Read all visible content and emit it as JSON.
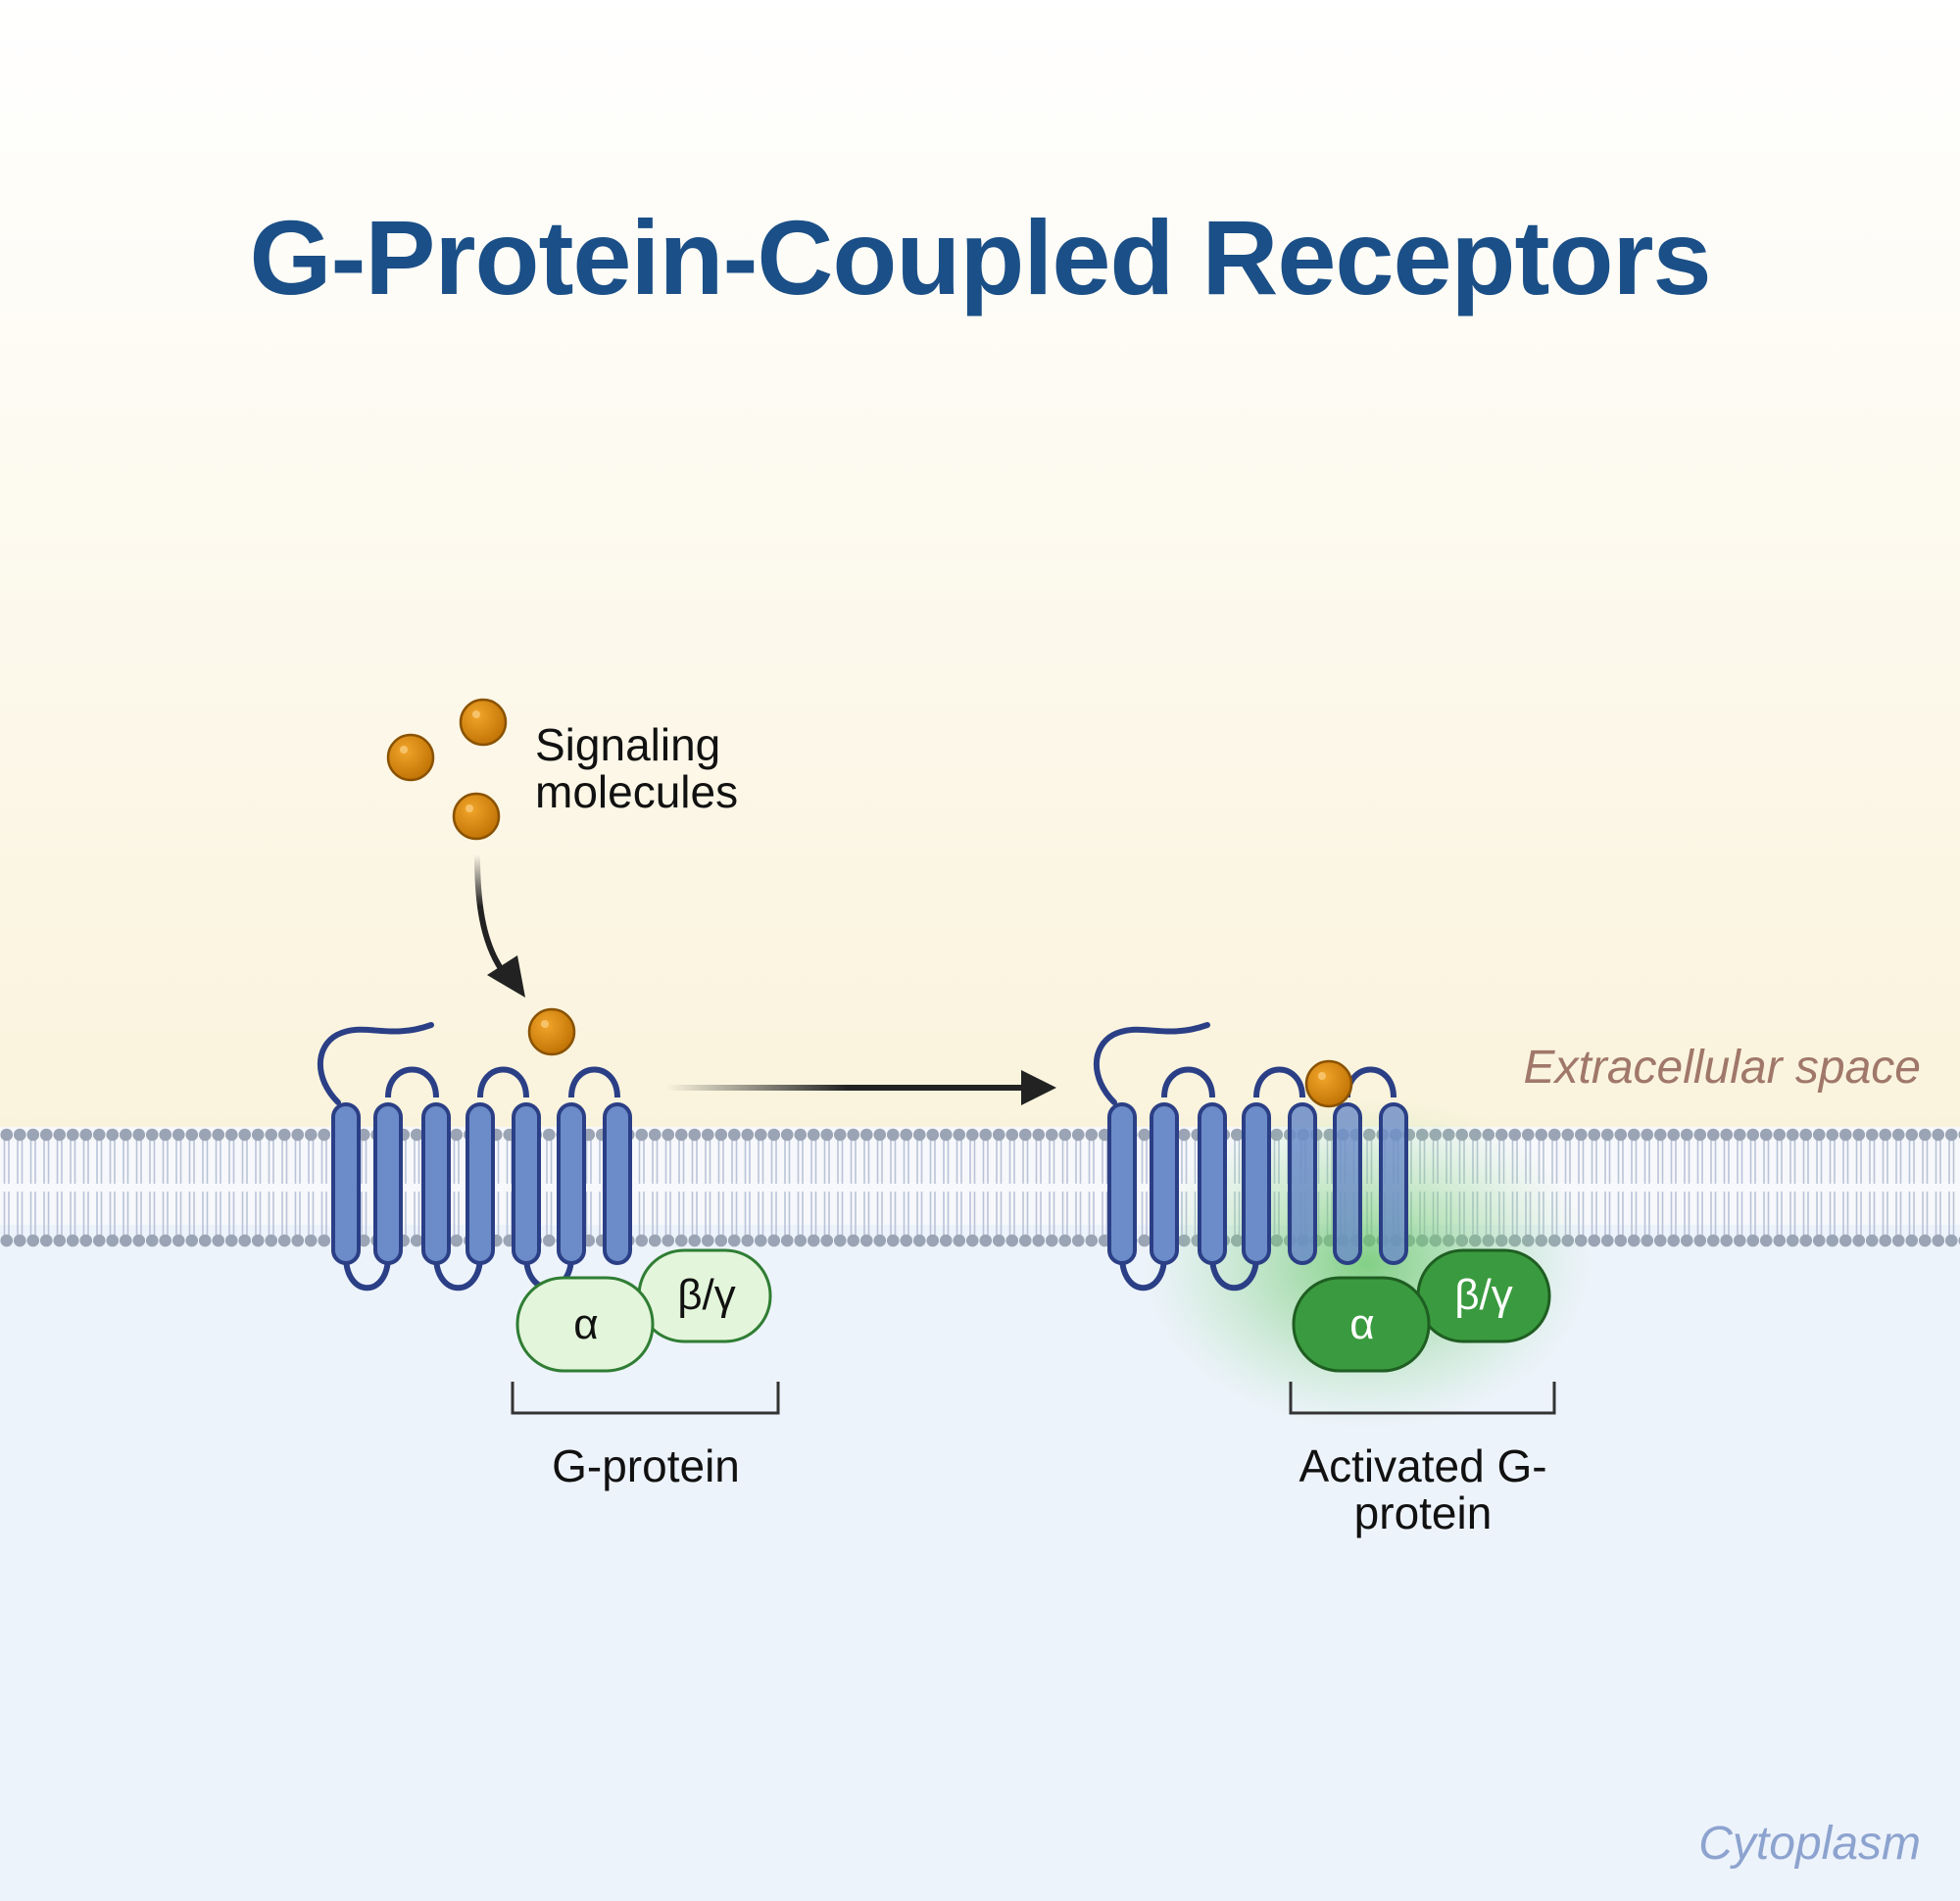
{
  "title": "G-Protein-Coupled Receptors",
  "labels": {
    "signaling_line1": "Signaling",
    "signaling_line2": "molecules",
    "gprotein": "G-protein",
    "activated_line1": "Activated G-",
    "activated_line2": "protein",
    "extracellular": "Extracellular space",
    "cytoplasm": "Cytoplasm",
    "alpha": "α",
    "betagamma": "β/γ"
  },
  "colors": {
    "title": "#1b4f87",
    "extracellular_label": "#a0786a",
    "cytoplasm_label": "#8da3cf",
    "receptor": "#6b8cc8",
    "receptor_outline": "#2b3f86",
    "signaling_molecule": "#d98a0b",
    "gprotein_inactive": "#e3f5da",
    "gprotein_active": "#3a9a3f",
    "membrane_head": "#9aa4b4"
  }
}
